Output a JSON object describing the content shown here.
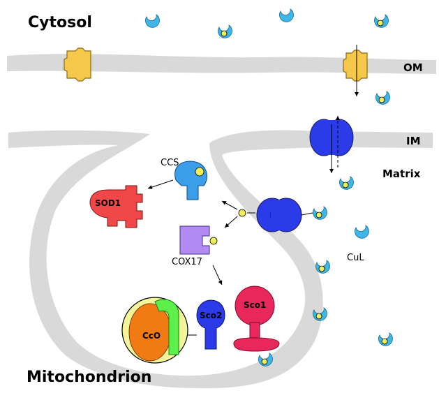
{
  "labels": {
    "cytosol": "Cytosol",
    "om": "OM",
    "im": "IM",
    "matrix": "Matrix",
    "mitochondrion": "Mitochondrion",
    "ccs": "CCS",
    "sod1": "SOD1",
    "cox17": "COX17",
    "cul": "CuL",
    "sco1": "Sco1",
    "sco2": "Sco2",
    "cco": "CcO"
  },
  "colors": {
    "membrane": "#d9d9d9",
    "porin": "#f5c84c",
    "transporter": "#2b3be8",
    "ligand": "#3fb6e8",
    "copper": "#f4f05a",
    "ccs": "#3a9fe8",
    "sod1": "#f04848",
    "cox17": "#b08cf2",
    "sco1": "#e8285a",
    "sco2": "#2b3be8",
    "cco_ring": "#f4f59a",
    "cco_body": "#f07a14",
    "cco_subunit": "#5ef04a"
  }
}
